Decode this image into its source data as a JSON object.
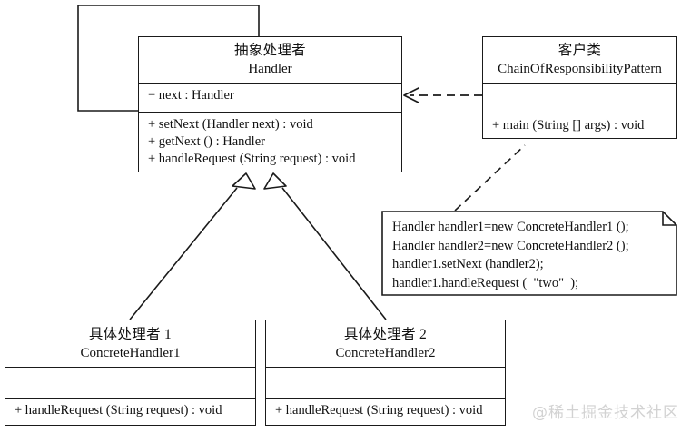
{
  "diagram": {
    "title": "Chain of Responsibility Pattern UML class diagram",
    "background_color": "#ffffff",
    "line_color": "#1a1a1a"
  },
  "classes": {
    "handler": {
      "cn_name": "抽象处理者",
      "en_name": "Handler",
      "attributes": [
        "− next : Handler"
      ],
      "operations": [
        "+ setNext (Handler next) : void",
        "+ getNext () : Handler",
        "+ handleRequest (String request) : void"
      ]
    },
    "client": {
      "cn_name": "客户类",
      "en_name": "ChainOfResponsibilityPattern",
      "attributes": [],
      "operations": [
        "+ main (String [] args) : void"
      ]
    },
    "concrete_handler_1": {
      "cn_name": "具体处理者 1",
      "en_name": "ConcreteHandler1",
      "attributes": [],
      "operations": [
        "+ handleRequest (String request) : void"
      ]
    },
    "concrete_handler_2": {
      "cn_name": "具体处理者 2",
      "en_name": "ConcreteHandler2",
      "attributes": [],
      "operations": [
        "+ handleRequest (String request) : void"
      ]
    }
  },
  "note": {
    "lines": [
      "Handler handler1=new ConcreteHandler1 ();",
      "Handler handler2=new ConcreteHandler2 ();",
      "handler1.setNext (handler2);",
      "handler1.handleRequest (  \"two\"  );"
    ]
  },
  "relations": {
    "self_aggregation": "aggregation-handler-next",
    "dependency": "dependency-client-to-handler",
    "generalization_1": "generalization-concretehandler1-to-handler",
    "generalization_2": "generalization-concretehandler2-to-handler",
    "note_anchor": "note-link-to-client"
  },
  "watermark": {
    "text": "@稀土掘金技术社区"
  }
}
